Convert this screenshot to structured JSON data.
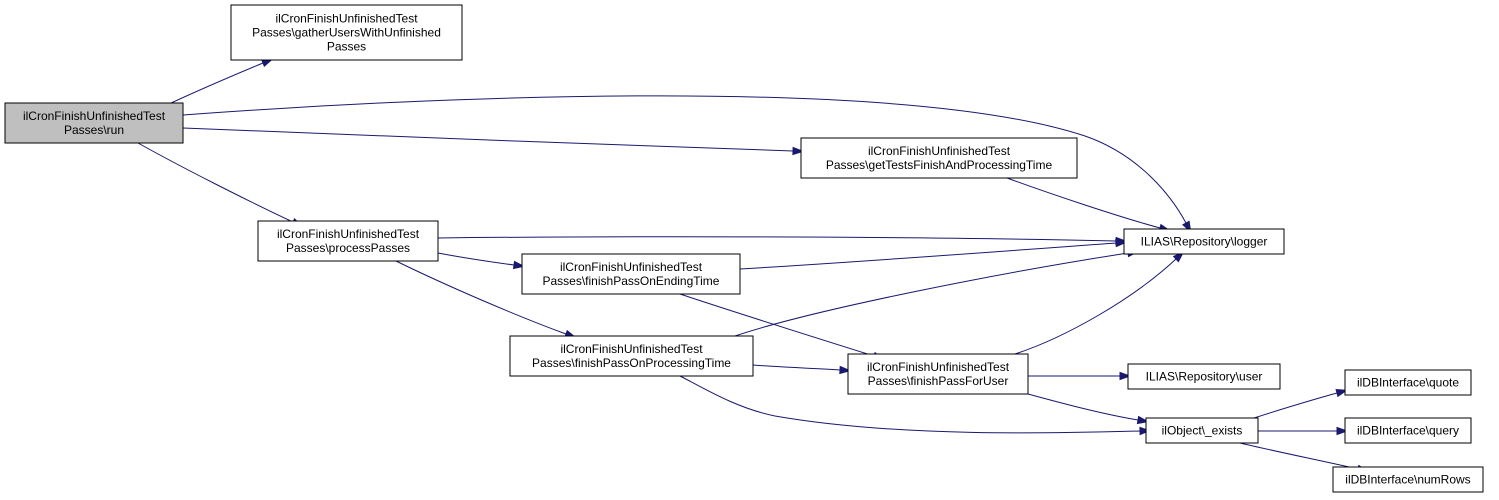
{
  "diagram": {
    "nodes": {
      "run": {
        "lines": [
          "ilCronFinishUnfinishedTest",
          "Passes\\run"
        ]
      },
      "gather": {
        "lines": [
          "ilCronFinishUnfinishedTest",
          "Passes\\gatherUsersWithUnfinished",
          "Passes"
        ]
      },
      "getTests": {
        "lines": [
          "ilCronFinishUnfinishedTest",
          "Passes\\getTestsFinishAndProcessingTime"
        ]
      },
      "process": {
        "lines": [
          "ilCronFinishUnfinishedTest",
          "Passes\\processPasses"
        ]
      },
      "logger": {
        "lines": [
          "ILIAS\\Repository\\logger"
        ]
      },
      "ending": {
        "lines": [
          "ilCronFinishUnfinishedTest",
          "Passes\\finishPassOnEndingTime"
        ]
      },
      "procTime": {
        "lines": [
          "ilCronFinishUnfinishedTest",
          "Passes\\finishPassOnProcessingTime"
        ]
      },
      "forUser": {
        "lines": [
          "ilCronFinishUnfinishedTest",
          "Passes\\finishPassForUser"
        ]
      },
      "user": {
        "lines": [
          "ILIAS\\Repository\\user"
        ]
      },
      "exists": {
        "lines": [
          "ilObject\\_exists"
        ]
      },
      "quote": {
        "lines": [
          "ilDBInterface\\quote"
        ]
      },
      "query": {
        "lines": [
          "ilDBInterface\\query"
        ]
      },
      "numRows": {
        "lines": [
          "ilDBInterface\\numRows"
        ]
      }
    },
    "edges": [
      [
        "run",
        "gather"
      ],
      [
        "run",
        "logger"
      ],
      [
        "run",
        "getTests"
      ],
      [
        "run",
        "process"
      ],
      [
        "getTests",
        "logger"
      ],
      [
        "process",
        "logger"
      ],
      [
        "process",
        "ending"
      ],
      [
        "process",
        "procTime"
      ],
      [
        "ending",
        "logger"
      ],
      [
        "ending",
        "forUser"
      ],
      [
        "procTime",
        "logger"
      ],
      [
        "procTime",
        "forUser"
      ],
      [
        "procTime",
        "exists"
      ],
      [
        "forUser",
        "logger"
      ],
      [
        "forUser",
        "user"
      ],
      [
        "forUser",
        "exists"
      ],
      [
        "exists",
        "quote"
      ],
      [
        "exists",
        "query"
      ],
      [
        "exists",
        "numRows"
      ]
    ]
  }
}
